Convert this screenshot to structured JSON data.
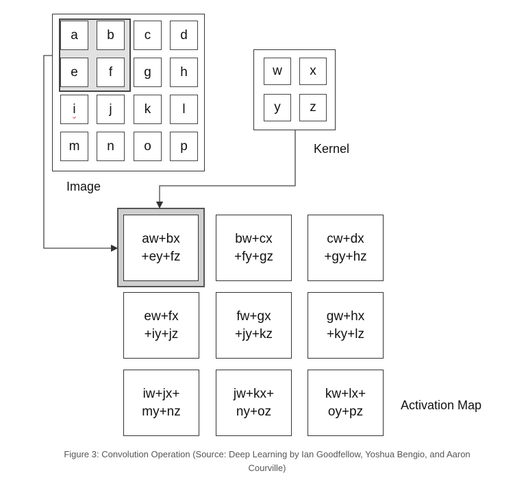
{
  "image_grid": {
    "label": "Image",
    "cells": [
      "a",
      "b",
      "c",
      "d",
      "e",
      "f",
      "g",
      "h",
      "i",
      "j",
      "k",
      "l",
      "m",
      "n",
      "o",
      "p"
    ]
  },
  "kernel": {
    "label": "Kernel",
    "cells": [
      "w",
      "x",
      "y",
      "z"
    ]
  },
  "activation_map": {
    "label": "Activation Map",
    "cells": [
      "aw+bx\n+ey+fz",
      "bw+cx\n+fy+gz",
      "cw+dx\n+gy+hz",
      "ew+fx\n+iy+jz",
      "fw+gx\n+jy+kz",
      "gw+hx\n+ky+lz",
      "iw+jx+\nmy+nz",
      "jw+kx+\nny+oz",
      "kw+lx+\noy+pz"
    ]
  },
  "caption": {
    "line1": "Figure 3: Convolution Operation (Source: Deep Learning by Ian Goodfellow, Yoshua Bengio, and Aaron",
    "line2": "Courville)"
  }
}
